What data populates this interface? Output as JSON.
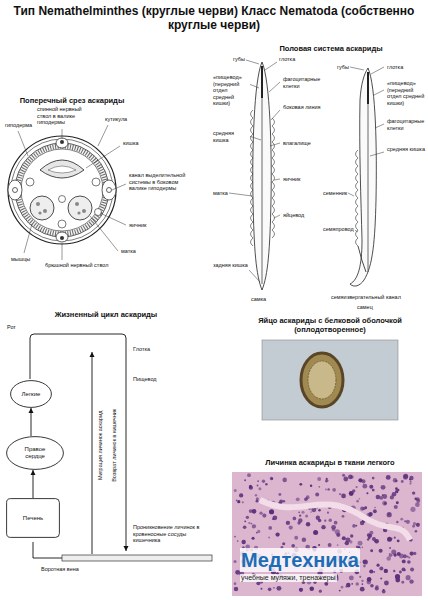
{
  "diagram": {
    "title": "Тип Nemathelminthes (круглые черви) Класс Nematoda (собственно круглые черви)",
    "nodes": [
      {
        "text": [
          "Легкие"
        ]
      },
      {
        "text": [
          "Правое сердце"
        ]
      },
      {
        "text": [
          "Печень"
        ]
      }
    ],
    "edges": [
      {
        "from": 2,
        "to": 1,
        "arrow": "to"
      },
      {
        "from": 1,
        "to": 0,
        "arrow": "to"
      }
    ],
    "labels": [
      "Поперечный срез аскариды",
      "гиподерма",
      "спинной нервный ствол в валике гиподермы",
      "кутикула",
      "кишка",
      "канал выделительной системы в боковом валике гиподермы",
      "яичник",
      "матка",
      "мышцы",
      "брюшной нервный ствол",
      "Половая система аскариды",
      "губы",
      "глотка",
      "«пищевод» (передний отдел средней кишки)",
      "фагоцитарные клетки",
      "боковая линия",
      "средняя кишка",
      "влагалище",
      "матка",
      "яичник",
      "яйцевод",
      "задняя кишка",
      "самка",
      "губы",
      "глотка",
      "«пищевод» (передний отдел средней кишки)",
      "фагоцитарные клетки",
      "средняя кишка",
      "семенник",
      "семяпровод",
      "семяизвергательный канал",
      "самец",
      "Жизненный цикл аскариды",
      "Рот",
      "Глотка",
      "Пищевод",
      "Миграция личинок аскарид",
      "Возврат личинок в кишечник",
      "Проникновение личинок в кровеносные сосуды кишечника",
      "Воротная вена",
      "Яйцо аскариды с белковой оболочкой (оплодотворенное)",
      "Личинка аскариды в ткани легкого",
      "Медтехника",
      "учебные муляжи, тренажеры"
    ]
  }
}
